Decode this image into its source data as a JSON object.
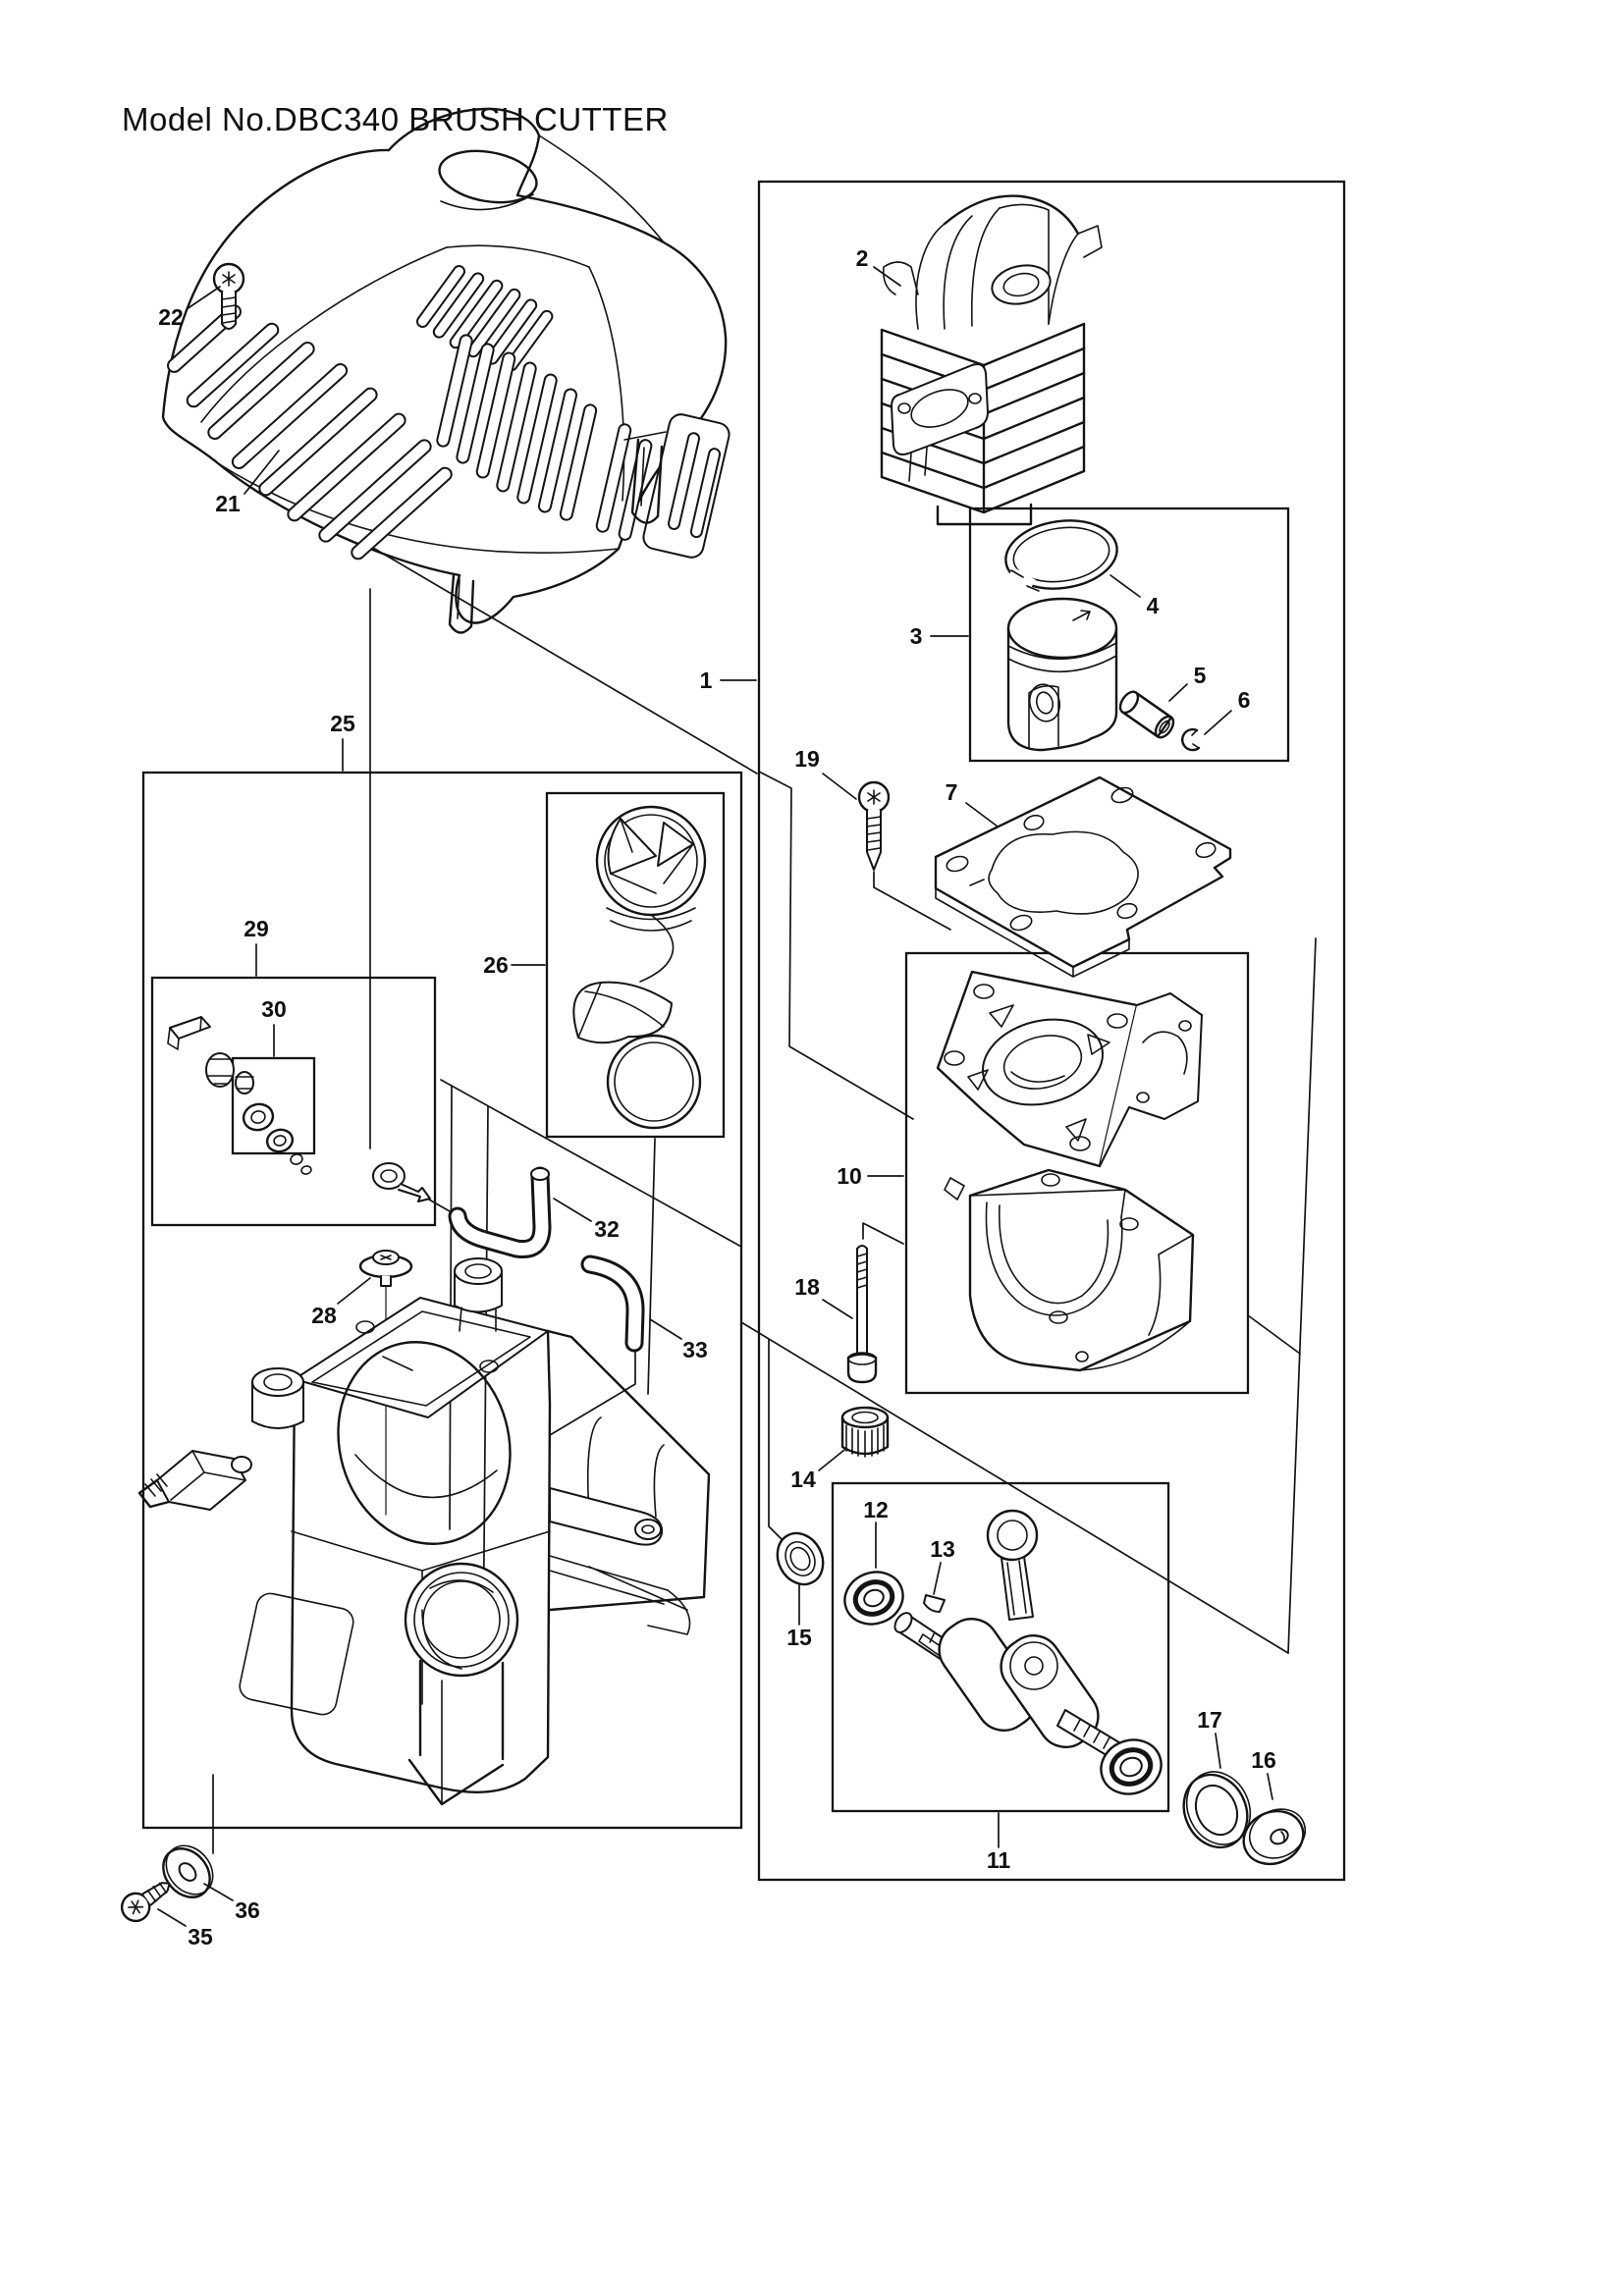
{
  "title": "Model No.DBC340 BRUSH CUTTER",
  "colors": {
    "line": "#141414",
    "background": "#ffffff"
  },
  "labels": [
    {
      "num": "1"
    },
    {
      "num": "2"
    },
    {
      "num": "3"
    },
    {
      "num": "4"
    },
    {
      "num": "5"
    },
    {
      "num": "6"
    },
    {
      "num": "7"
    },
    {
      "num": "10"
    },
    {
      "num": "11"
    },
    {
      "num": "12"
    },
    {
      "num": "13"
    },
    {
      "num": "14"
    },
    {
      "num": "15"
    },
    {
      "num": "16"
    },
    {
      "num": "17"
    },
    {
      "num": "18"
    },
    {
      "num": "19"
    },
    {
      "num": "21"
    },
    {
      "num": "22"
    },
    {
      "num": "25"
    },
    {
      "num": "26"
    },
    {
      "num": "28"
    },
    {
      "num": "29"
    },
    {
      "num": "30"
    },
    {
      "num": "32"
    },
    {
      "num": "33"
    },
    {
      "num": "35"
    },
    {
      "num": "36"
    }
  ]
}
